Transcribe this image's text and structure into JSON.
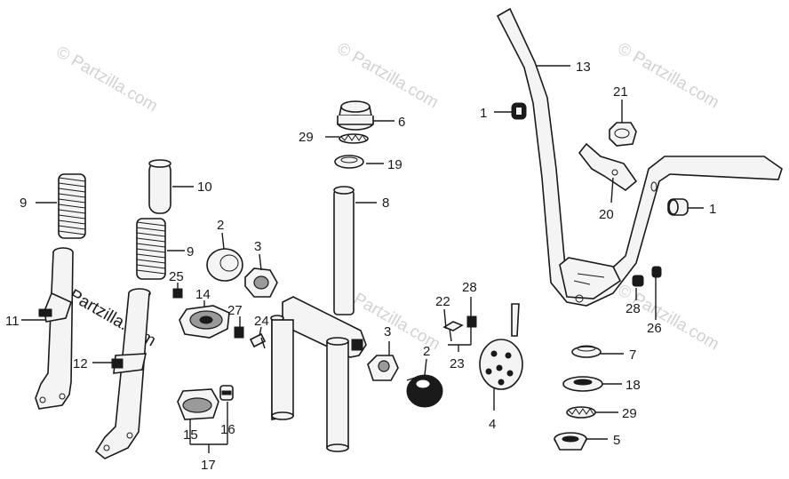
{
  "watermarks": {
    "top_left": "© Partzilla.com",
    "top_center": "© Partzilla.com",
    "top_right": "© Partzilla.com",
    "center": "© Partzilla.com",
    "bottom_right": "© Partzilla.com",
    "left_dark": "© Partzilla.com"
  },
  "callouts": {
    "c1a": "1",
    "c1b": "1",
    "c2a": "2",
    "c2b": "2",
    "c3a": "3",
    "c3b": "3",
    "c4": "4",
    "c5": "5",
    "c6": "6",
    "c7": "7",
    "c8": "8",
    "c9a": "9",
    "c9b": "9",
    "c10": "10",
    "c11": "11",
    "c12": "12",
    "c13": "13",
    "c14": "14",
    "c15": "15",
    "c16": "16",
    "c17": "17",
    "c18": "18",
    "c19": "19",
    "c20": "20",
    "c21": "21",
    "c22": "22",
    "c23": "23",
    "c24": "24",
    "c25": "25",
    "c26": "26",
    "c27": "27",
    "c28a": "28",
    "c28b": "28",
    "c29a": "29",
    "c29b": "29"
  }
}
